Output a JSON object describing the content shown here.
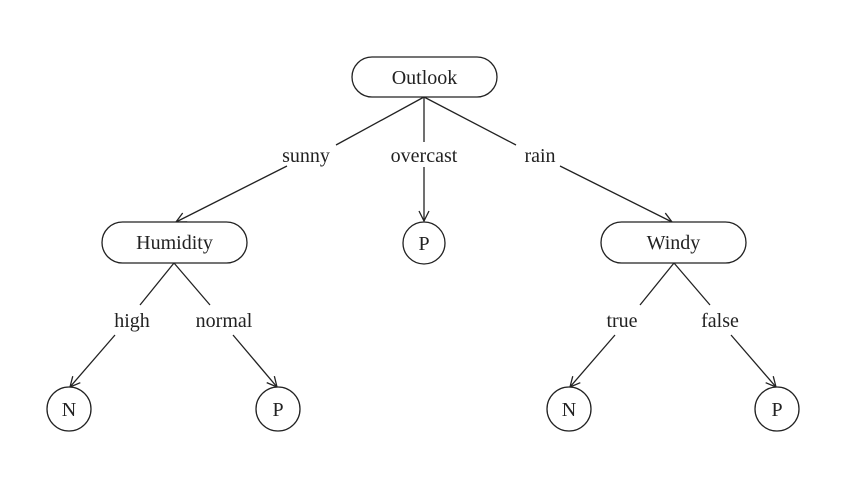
{
  "diagram": {
    "type": "decision-tree",
    "nodes": [
      {
        "id": "outlook",
        "label": "Outlook",
        "kind": "attribute"
      },
      {
        "id": "humidity",
        "label": "Humidity",
        "kind": "attribute"
      },
      {
        "id": "overcast_leaf",
        "label": "P",
        "kind": "leaf"
      },
      {
        "id": "windy",
        "label": "Windy",
        "kind": "attribute"
      },
      {
        "id": "high_leaf",
        "label": "N",
        "kind": "leaf"
      },
      {
        "id": "normal_leaf",
        "label": "P",
        "kind": "leaf"
      },
      {
        "id": "true_leaf",
        "label": "N",
        "kind": "leaf"
      },
      {
        "id": "false_leaf",
        "label": "P",
        "kind": "leaf"
      }
    ],
    "edges": [
      {
        "from": "outlook",
        "to": "humidity",
        "label": "sunny"
      },
      {
        "from": "outlook",
        "to": "overcast_leaf",
        "label": "overcast"
      },
      {
        "from": "outlook",
        "to": "windy",
        "label": "rain"
      },
      {
        "from": "humidity",
        "to": "high_leaf",
        "label": "high"
      },
      {
        "from": "humidity",
        "to": "normal_leaf",
        "label": "normal"
      },
      {
        "from": "windy",
        "to": "true_leaf",
        "label": "true"
      },
      {
        "from": "windy",
        "to": "false_leaf",
        "label": "false"
      }
    ]
  }
}
